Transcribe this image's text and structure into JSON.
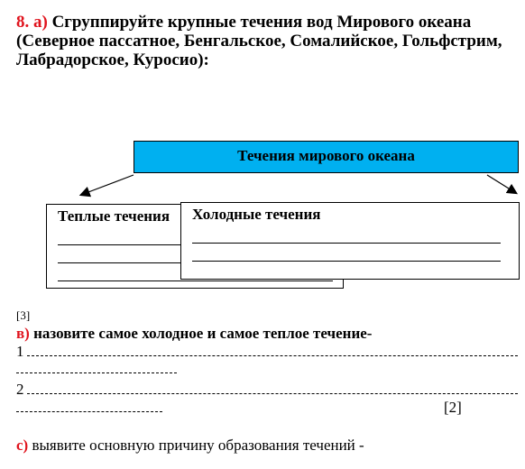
{
  "task": {
    "number": "8.",
    "part_a_letter": "а)",
    "part_a_text": "Сгруппируйте крупные течения вод Мирового океана (Северное пассатное, Бенгальское, Сомалийское, Гольфстрим, Лабрадорское,  Куросио):"
  },
  "diagram": {
    "root": "Течения мирового океана",
    "warm": "Теплые течения",
    "cold": "Холодные течения"
  },
  "score_a": "[3]",
  "part_b": {
    "letter": "в)",
    "text": " назовите самое холодное и самое теплое течение-",
    "line1": "1",
    "line2": "2",
    "score": "[2]"
  },
  "part_c": {
    "letter": "с)",
    "text": " выявите основную причину образования течений -"
  },
  "colors": {
    "accent_red": "#e0141e",
    "box_blue": "#00b0f0"
  }
}
